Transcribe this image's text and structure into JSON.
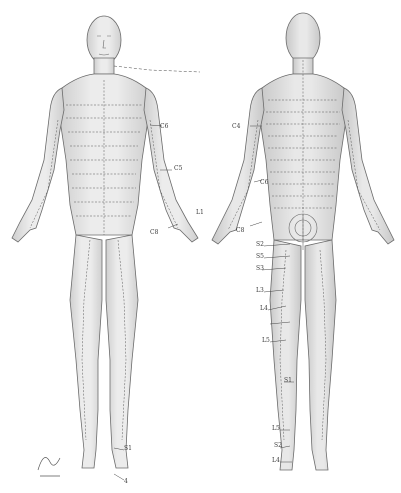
{
  "figure": {
    "anterior_labels": {
      "c6": "C6",
      "c5": "C5",
      "c8": "C8",
      "l1": "L1",
      "s1": "S1",
      "l4": "4"
    },
    "posterior_labels": {
      "c4": "C4",
      "c6": "C6",
      "c8": "C8",
      "s2": "S2",
      "s3": "S3",
      "s5": "S5",
      "l3": "L3",
      "l4": "L4",
      "l5": "L5",
      "s1": "S1",
      "l5b": "L5",
      "l4b": "L4",
      "s2b": "S2"
    },
    "signature_text": "Netter"
  }
}
